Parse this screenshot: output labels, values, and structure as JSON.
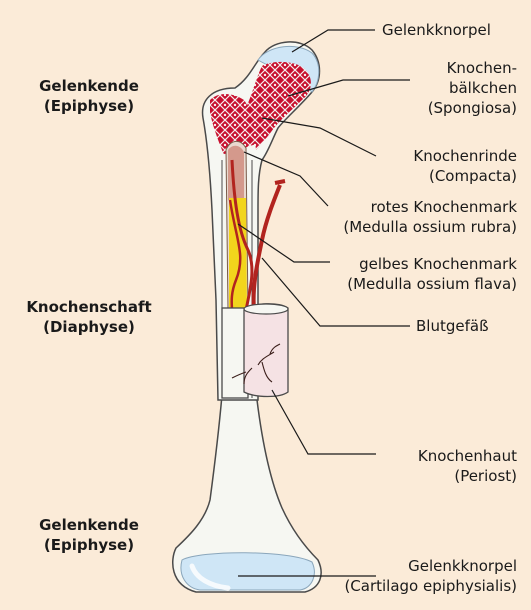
{
  "colors": {
    "background": "#fbebd8",
    "bone": "#f6f7f2",
    "bone_outline": "#4a4a4a",
    "spongiosa": "#c8102e",
    "yellow_marrow": "#f2d51c",
    "vessel": "#b2241f",
    "periost": "#f5e2e4",
    "cartilage": "#cfe6f6",
    "leader_line": "#1a1a1a"
  },
  "left_labels": {
    "top": {
      "line1": "Gelenkende",
      "line2": "(Epiphyse)"
    },
    "middle": {
      "line1": "Knochenschaft",
      "line2": "(Diaphyse)"
    },
    "bottom": {
      "line1": "Gelenkende",
      "line2": "(Epiphyse)"
    }
  },
  "right_labels": {
    "gelenkknorpel_top": "Gelenkknorpel",
    "spongiosa": {
      "line1": "Knochen-",
      "line2": "bälkchen",
      "line3": "(Spongiosa)"
    },
    "compacta": {
      "line1": "Knochenrinde",
      "line2": "(Compacta)"
    },
    "rotes_mark": {
      "line1": "rotes Knochenmark",
      "line2": "(Medulla ossium rubra)"
    },
    "gelbes_mark": {
      "line1": "gelbes Knochenmark",
      "line2": "(Medulla ossium flava)"
    },
    "blutgefaess": "Blutgefäß",
    "periost": {
      "line1": "Knochenhaut",
      "line2": "(Periost)"
    },
    "gelenkknorpel_bottom": {
      "line1": "Gelenkknorpel",
      "line2": "(Cartilago epiphysialis)"
    }
  }
}
